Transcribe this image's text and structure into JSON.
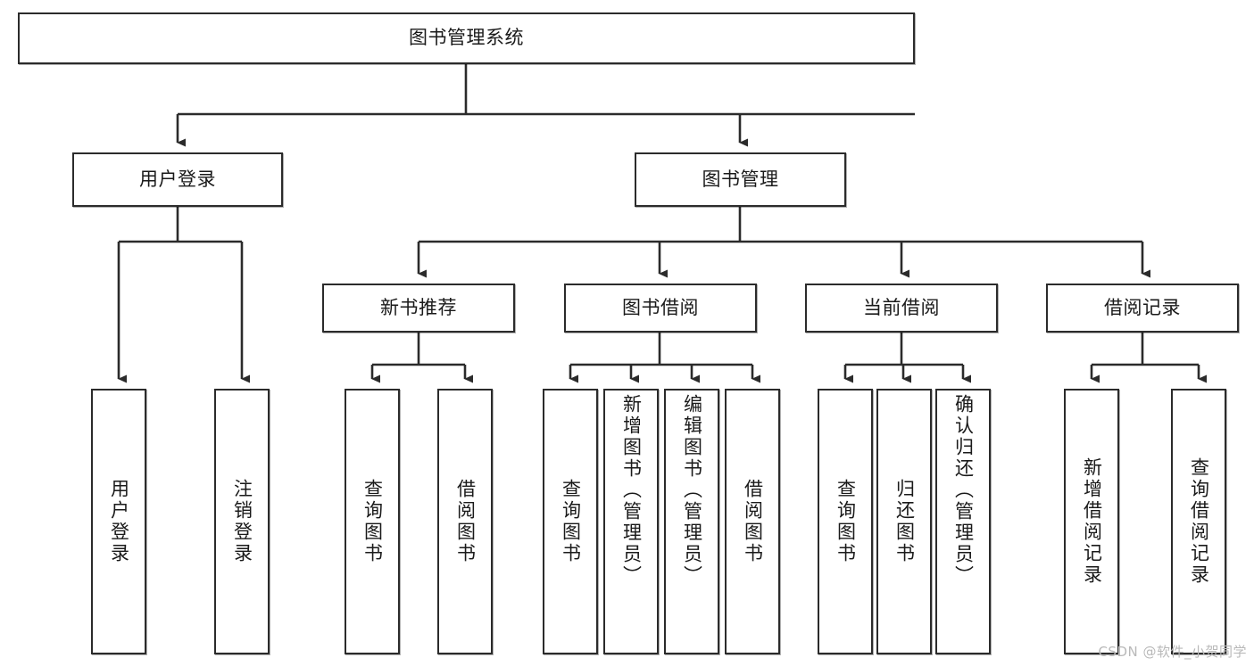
{
  "diagram": {
    "title": "图书管理系统",
    "type": "tree-hierarchy-diagram",
    "watermark": "CSDN @软件_小贺同学",
    "colors": {
      "background": "#ffffff",
      "box_border": "#2b2b2b",
      "box_fill": "#ffffff",
      "connector": "#2b2b2b",
      "text": "#1a1a1a",
      "watermark": "#b9b9b9"
    },
    "root": {
      "label": "图书管理系统"
    },
    "level2": [
      {
        "id": "user-login",
        "label": "用户登录"
      },
      {
        "id": "book-management",
        "label": "图书管理"
      }
    ],
    "level3": [
      {
        "id": "new-book-recommend",
        "label": "新书推荐"
      },
      {
        "id": "book-borrow",
        "label": "图书借阅"
      },
      {
        "id": "current-borrow",
        "label": "当前借阅"
      },
      {
        "id": "borrow-record",
        "label": "借阅记录"
      }
    ],
    "leaves": {
      "user-login": [
        {
          "id": "leaf-user-login",
          "label": "用户登录"
        },
        {
          "id": "leaf-user-logout",
          "label": "注销登录"
        }
      ],
      "new-book-recommend": [
        {
          "id": "leaf-query-book-1",
          "label": "查询图书"
        },
        {
          "id": "leaf-borrow-book-1",
          "label": "借阅图书"
        }
      ],
      "book-borrow": [
        {
          "id": "leaf-query-book-2",
          "label": "查询图书"
        },
        {
          "id": "leaf-add-book",
          "label": "新增图书（管理员）"
        },
        {
          "id": "leaf-edit-book",
          "label": "编辑图书（管理员）"
        },
        {
          "id": "leaf-borrow-book-2",
          "label": "借阅图书"
        }
      ],
      "current-borrow": [
        {
          "id": "leaf-query-book-3",
          "label": "查询图书"
        },
        {
          "id": "leaf-return-book",
          "label": "归还图书"
        },
        {
          "id": "leaf-confirm-return",
          "label": "确认归还（管理员）"
        }
      ],
      "borrow-record": [
        {
          "id": "leaf-add-record",
          "label": "新增借阅记录"
        },
        {
          "id": "leaf-query-record",
          "label": "查询借阅记录"
        }
      ]
    }
  }
}
